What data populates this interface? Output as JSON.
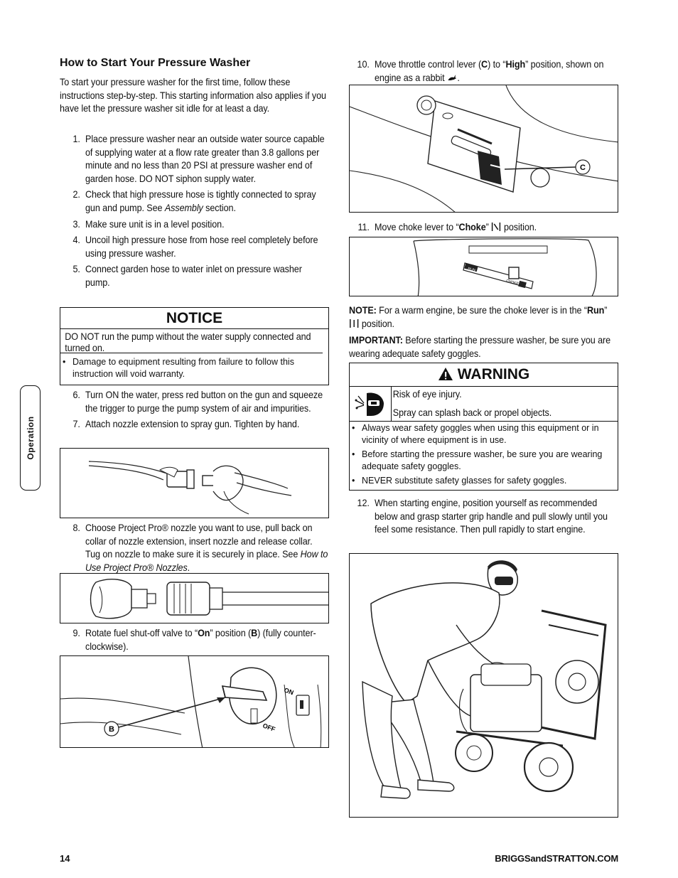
{
  "left": {
    "heading": "How to Start Your Pressure Washer",
    "intro": "To start your pressure washer for the first time, follow these instructions step-by-step. This starting information also applies if you have let the pressure washer sit idle for at least a day.",
    "steps1": [
      {
        "n": "1.",
        "text": "Place pressure washer near an outside water source capable of supplying water at a flow rate greater than 3.8 gallons per minute and no less than 20 PSI at pressure washer end of garden hose. DO NOT siphon supply water."
      },
      {
        "n": "2.",
        "pre": "Check that high pressure hose is tightly connected to spray gun and pump. See ",
        "em": "Assembly",
        "post": " section."
      },
      {
        "n": "3.",
        "text": "Make sure unit is in a level position."
      },
      {
        "n": "4.",
        "text": "Uncoil high pressure hose from hose reel completely before using pressure washer."
      },
      {
        "n": "5.",
        "text": "Connect garden hose to water inlet on pressure washer pump."
      }
    ],
    "notice": {
      "title": "NOTICE",
      "text": "DO NOT run the pump without the water supply connected and turned on.",
      "bullet": "Damage to equipment resulting from failure to follow this instruction will void warranty."
    },
    "step6": {
      "n": "6.",
      "text": "Turn ON the water, press red button on the gun and squeeze the trigger to purge the pump system of air and impurities."
    },
    "step7": {
      "n": "7.",
      "text": "Attach nozzle extension to spray gun. Tighten by hand."
    },
    "step8": {
      "n": "8.",
      "pre": "Choose Project Pro® nozzle you want to use, pull back on collar of nozzle extension, insert nozzle and release collar. Tug on nozzle to make sure it is securely in place. See ",
      "em": "How to Use Project Pro® Nozzles",
      "post": "."
    },
    "step9": {
      "n": "9.",
      "a": "Rotate fuel shut-off valve to “",
      "b": "On",
      "c": "” position (",
      "d": "B",
      "e": ") (fully counter-clockwise)."
    },
    "fig_b": {
      "callout": "B",
      "on": "ON",
      "off": "OFF"
    }
  },
  "right": {
    "step10": {
      "n": "10.",
      "a": "Move throttle control lever (",
      "b": "C",
      "c": ") to “",
      "d": "High",
      "e": "” position, shown on engine as a rabbit",
      "f": "."
    },
    "fig_c": {
      "callout": "C"
    },
    "step11": {
      "n": "11.",
      "a": "Move choke lever to “",
      "b": "Choke",
      "c": "”",
      "d": "position."
    },
    "fig_choke": {
      "run": "RUN",
      "choke": "CHOKE"
    },
    "note": {
      "label": "NOTE:",
      "a": "For a warm engine, be sure the choke lever is in the “",
      "b": "Run",
      "c": "”",
      "d": "position."
    },
    "important": {
      "label": "IMPORTANT:",
      "text": "Before starting the pressure washer, be sure you are wearing adequate safety goggles."
    },
    "warning": {
      "title": "WARNING",
      "line1": "Risk of eye injury.",
      "line2": "Spray can splash back or propel objects.",
      "bullets": [
        "Always wear safety goggles when using this equipment or in vicinity of where equipment is in use.",
        "Before starting the pressure washer, be sure you are wearing adequate safety goggles.",
        "NEVER substitute safety glasses for safety goggles."
      ]
    },
    "step12": {
      "n": "12.",
      "text": "When starting engine, position yourself as recommended below and grasp starter grip handle and pull slowly until you feel some resistance. Then pull rapidly to start engine."
    }
  },
  "sidebar_tab": "Operation",
  "footer": {
    "page": "14",
    "site": "BRIGGSandSTRATTON.COM"
  }
}
